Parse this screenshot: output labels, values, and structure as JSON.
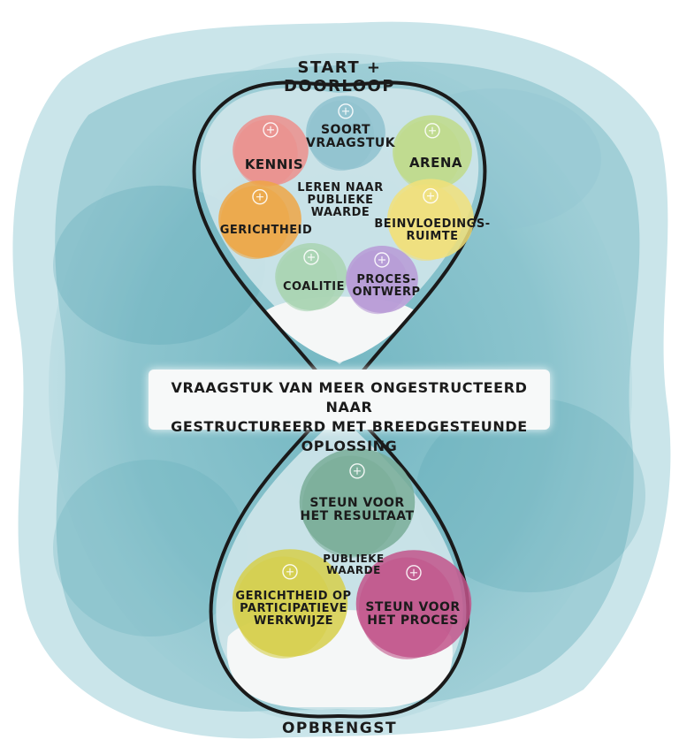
{
  "top_label": "START + DOORLOOP",
  "bottom_label": "OPBRENGST",
  "banner": {
    "line1": "VRAAGSTUK VAN MEER ONGESTRUCTEERD NAAR",
    "line2": "GESTRUCTUREERD MET BREEDGESTEUNDE OPLOSSING"
  },
  "top_center": {
    "line1": "LEREN NAAR",
    "line2": "PUBLIEKE",
    "line3": "WAARDE"
  },
  "bottom_center": {
    "line1": "PUBLIEKE",
    "line2": "WAARDE"
  },
  "top_bubbles": [
    {
      "line1": "SOORT",
      "line2": "VRAAGSTUK",
      "color": "#8fc2cf",
      "icon": "question-mark-icon"
    },
    {
      "line1": "KENNIS",
      "line2": "",
      "color": "#ec8f8c",
      "icon": "lightbulb-icon"
    },
    {
      "line1": "ARENA",
      "line2": "",
      "color": "#bfdb8a",
      "icon": "arena-icon"
    },
    {
      "line1": "GERICHTHEID",
      "line2": "",
      "color": "#eea645",
      "icon": "compass-icon"
    },
    {
      "line1": "BEINVLOEDINGS-",
      "line2": "RUIMTE",
      "color": "#f1e07a",
      "icon": "gauge-icon"
    },
    {
      "line1": "COALITIE",
      "line2": "",
      "color": "#a9d3b2",
      "icon": "people-icon"
    },
    {
      "line1": "PROCES-",
      "line2": "ONTWERP",
      "color": "#b79ad6",
      "icon": "process-design-icon"
    }
  ],
  "bottom_bubbles": [
    {
      "line1": "STEUN VOOR",
      "line2": "HET RESULTAAT",
      "line3": "",
      "color": "#79ad98",
      "icon": "thumbs-up-cycle-icon"
    },
    {
      "line1": "GERICHTHEID OP",
      "line2": "PARTICIPATIEVE",
      "line3": "WERKWIJZE",
      "color": "#d6cf4a",
      "icon": "compass-gear-icon"
    },
    {
      "line1": "STEUN VOOR",
      "line2": "HET PROCES",
      "line3": "",
      "color": "#c2558b",
      "icon": "thumbs-up-gear-icon"
    }
  ]
}
